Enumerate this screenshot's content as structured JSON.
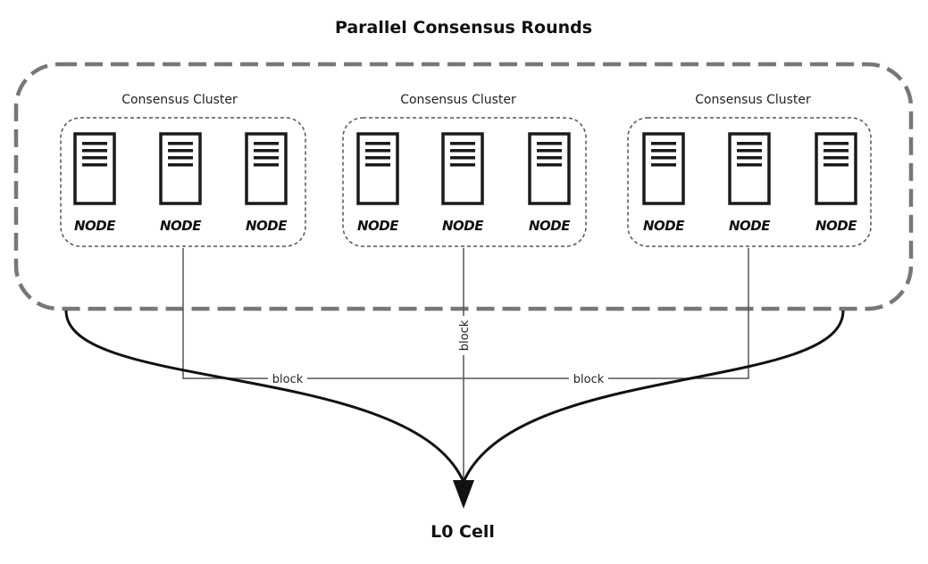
{
  "title": "Parallel Consensus Rounds",
  "clusters": [
    {
      "label": "Consensus Cluster",
      "nodes": [
        "NODE",
        "NODE",
        "NODE"
      ]
    },
    {
      "label": "Consensus Cluster",
      "nodes": [
        "NODE",
        "NODE",
        "NODE"
      ]
    },
    {
      "label": "Consensus Cluster",
      "nodes": [
        "NODE",
        "NODE",
        "NODE"
      ]
    }
  ],
  "block_labels": [
    "block",
    "block",
    "block"
  ],
  "target": "L0 Cell",
  "icons": {
    "node": "server-icon"
  }
}
